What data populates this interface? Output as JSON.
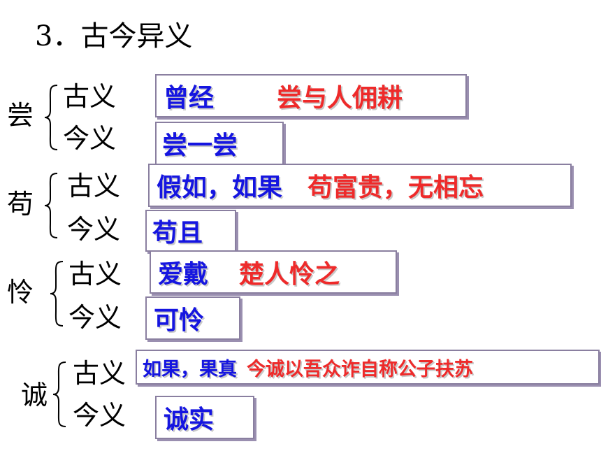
{
  "title": "3．古今异义",
  "entries": [
    {
      "word": "尝",
      "ancient_label": "古义",
      "modern_label": "今义",
      "ancient_meaning": "曾经",
      "example": "尝与人佣耕",
      "modern_meaning": "尝一尝"
    },
    {
      "word": "苟",
      "ancient_label": "古义",
      "modern_label": "今义",
      "ancient_meaning": "假如，如果",
      "example": "苟富贵，无相忘",
      "modern_meaning": "苟且"
    },
    {
      "word": "怜",
      "ancient_label": "古义",
      "modern_label": "今义",
      "ancient_meaning": "爱戴",
      "example": "楚人怜之",
      "modern_meaning": "可怜"
    },
    {
      "word": "诚",
      "ancient_label": "古义",
      "modern_label": "今义",
      "ancient_meaning": "如果，果真",
      "example": "今诚以吾众诈自称公子扶苏",
      "modern_meaning": "诚实"
    }
  ],
  "colors": {
    "meaning": "#1515e0",
    "example": "#ee2a2a",
    "box_border": "#8a7fa0"
  }
}
